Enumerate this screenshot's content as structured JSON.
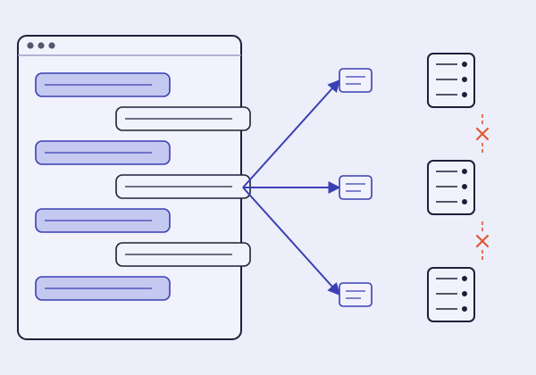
{
  "diagram": {
    "description_free": true,
    "colors": {
      "background": "#ECEEFA",
      "ink": "#1F1F3A",
      "accent": "#3A3FB3",
      "bubble_fill": "#C5C9F0",
      "card_fill": "#F1F2FC",
      "window_fill": "#F1F2FC",
      "divider": "#9A9CC8",
      "dot": "#55566F",
      "error": "#E0572E"
    },
    "icons": {
      "window": "browser-window-icon",
      "message": "message-icon",
      "server": "server-icon",
      "blocked": "cross-mark-icon"
    },
    "chat": {
      "message_count": 7,
      "pattern": [
        "user",
        "bot",
        "user",
        "bot",
        "user",
        "bot",
        "user"
      ]
    },
    "fanout": {
      "packet_count": 3
    },
    "servers": {
      "count": 3,
      "lights_per_server": 3,
      "blocked_links": 2
    }
  }
}
